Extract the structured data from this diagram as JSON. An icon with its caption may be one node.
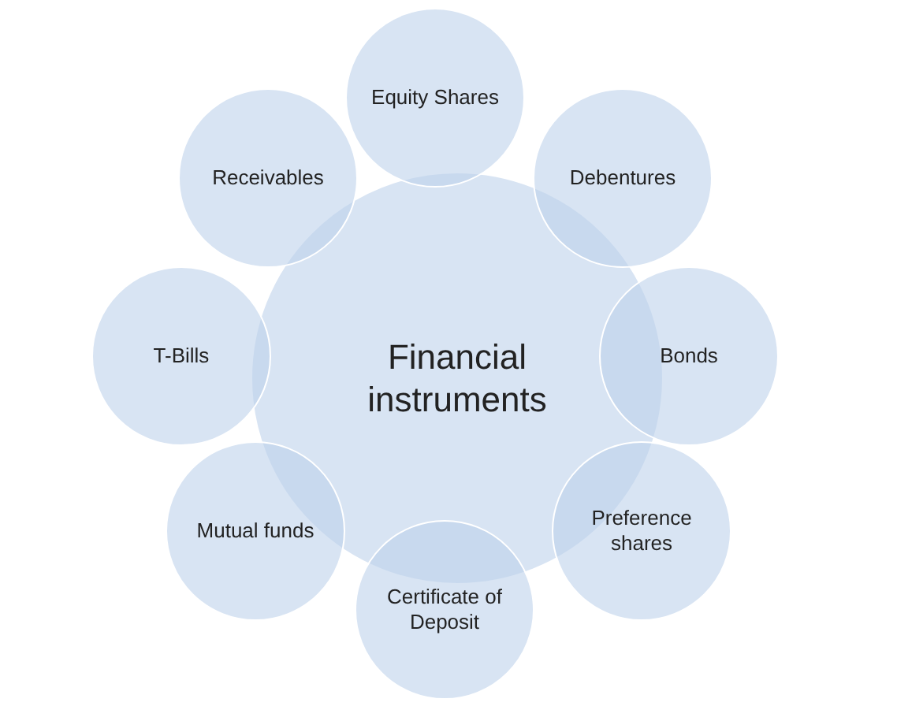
{
  "diagram": {
    "nodes": [
      {
        "text": [
          "Financial instruments"
        ]
      },
      {
        "text": [
          "Equity Shares"
        ]
      },
      {
        "text": [
          "Debentures"
        ]
      },
      {
        "text": [
          "Bonds"
        ]
      },
      {
        "text": [
          "Preference shares"
        ]
      },
      {
        "text": [
          "Certificate of Deposit"
        ]
      },
      {
        "text": [
          "Mutual funds"
        ]
      },
      {
        "text": [
          "T-Bills"
        ]
      },
      {
        "text": [
          "Receivables"
        ]
      }
    ]
  }
}
